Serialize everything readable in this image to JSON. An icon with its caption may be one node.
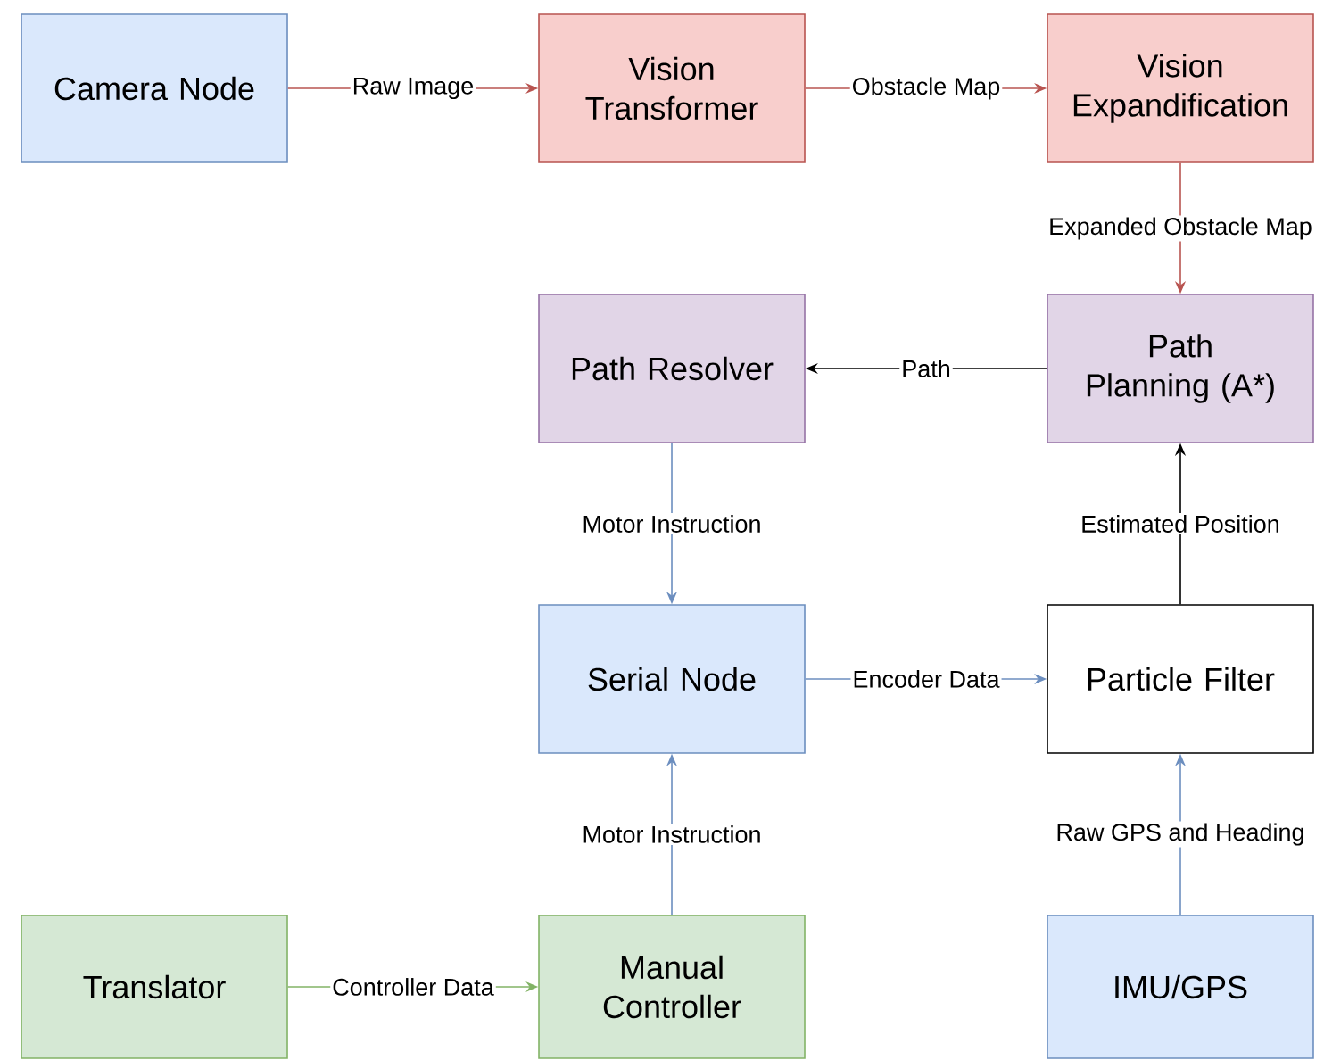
{
  "diagram": {
    "nodes": [
      {
        "text": [
          "Camera Node"
        ]
      },
      {
        "text": [
          "Vision Transformer"
        ]
      },
      {
        "text": [
          "Vision Expandification"
        ]
      },
      {
        "text": [
          "Path Resolver"
        ]
      },
      {
        "text": [
          "Path Planning (A*)"
        ]
      },
      {
        "text": [
          "Serial Node"
        ]
      },
      {
        "text": [
          "Particle Filter"
        ]
      },
      {
        "text": [
          "Translator"
        ]
      },
      {
        "text": [
          "Manual Controller"
        ]
      },
      {
        "text": [
          "IMU/GPS"
        ]
      }
    ],
    "edges": [
      {
        "from": 0,
        "to": 1,
        "arrow": "to",
        "label": "Raw Image",
        "color": "#b85450"
      },
      {
        "from": 1,
        "to": 2,
        "arrow": "to",
        "label": "Obstacle Map",
        "color": "#b85450"
      },
      {
        "from": 2,
        "to": 4,
        "arrow": "to",
        "label": "Expanded Obstacle Map",
        "color": "#b85450"
      },
      {
        "from": 4,
        "to": 3,
        "arrow": "to",
        "label": "Path",
        "color": "#000000"
      },
      {
        "from": 3,
        "to": 5,
        "arrow": "to",
        "label": "Motor Instruction",
        "color": "#6c8ebf"
      },
      {
        "from": 5,
        "to": 6,
        "arrow": "to",
        "label": "Encoder Data",
        "color": "#6c8ebf"
      },
      {
        "from": 6,
        "to": 4,
        "arrow": "to",
        "label": "Estimated Position",
        "color": "#000000"
      },
      {
        "from": 8,
        "to": 5,
        "arrow": "to",
        "label": "Motor Instruction",
        "color": "#6c8ebf"
      },
      {
        "from": 7,
        "to": 8,
        "arrow": "to",
        "label": "Controller Data",
        "color": "#82b366"
      },
      {
        "from": 9,
        "to": 6,
        "arrow": "to",
        "label": "Raw GPS and Heading",
        "color": "#6c8ebf"
      }
    ]
  }
}
